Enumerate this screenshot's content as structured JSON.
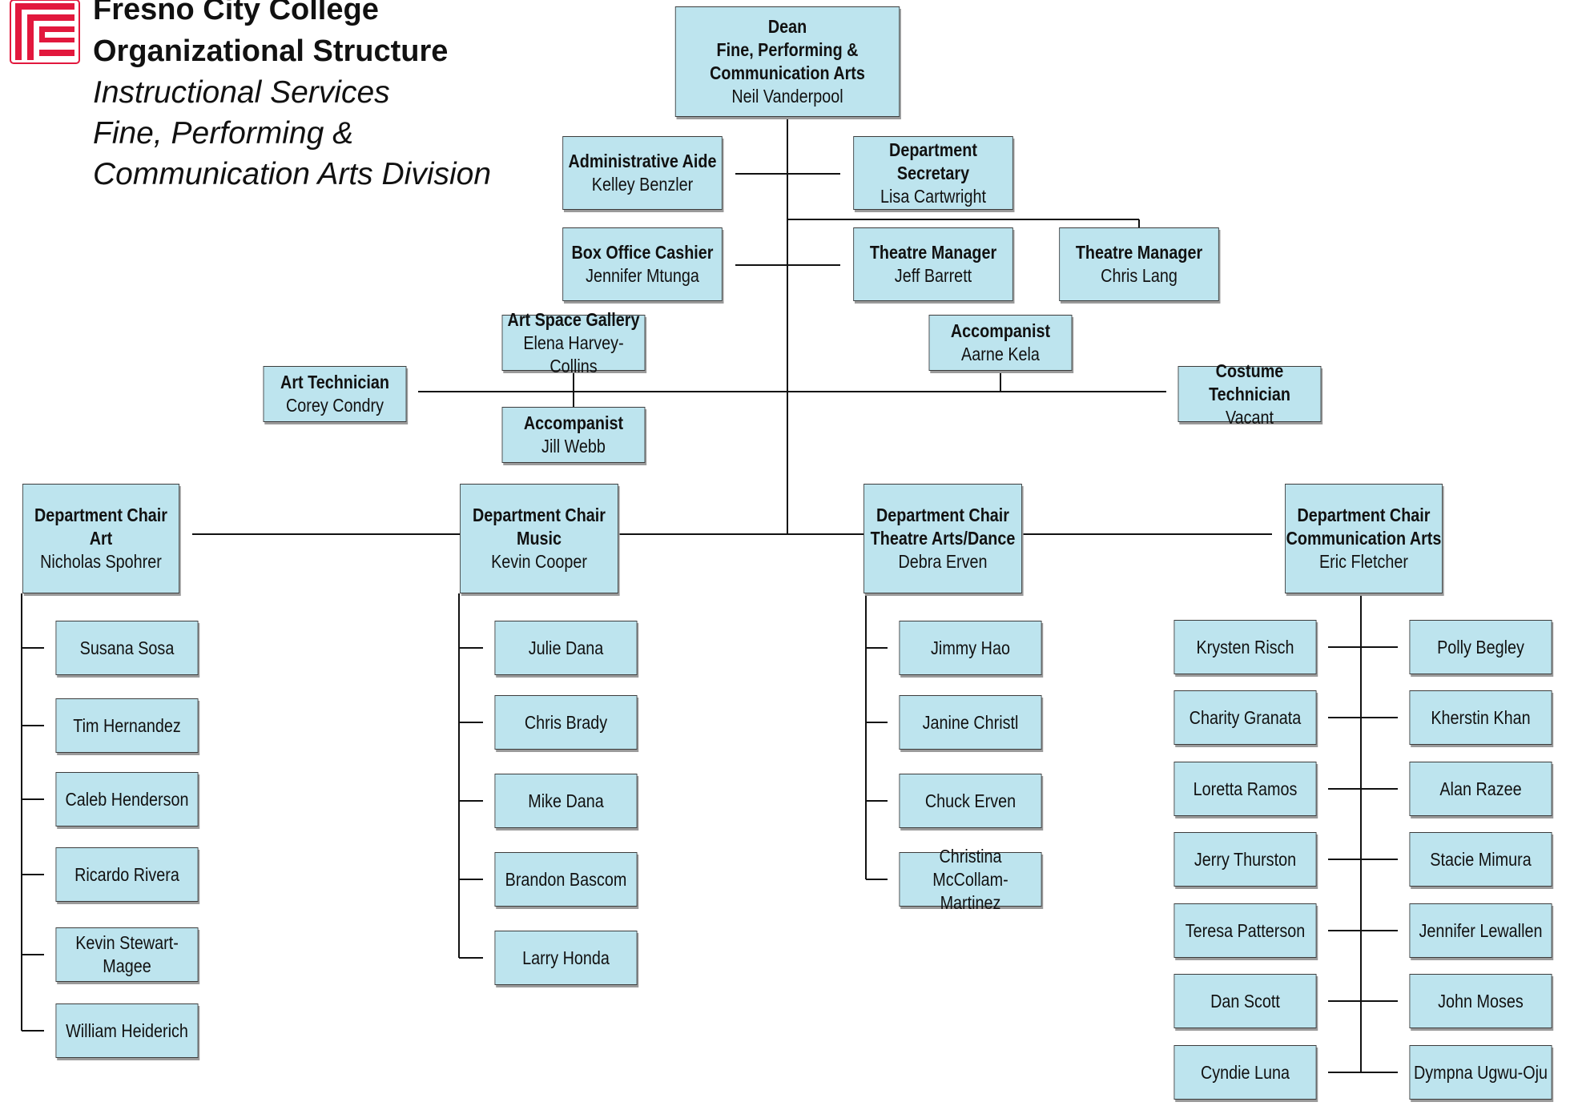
{
  "header": {
    "title": [
      "Fresno City College",
      "Organizational Structure"
    ],
    "subtitle": [
      "Instructional Services",
      "Fine, Performing &",
      "Communication Arts Division"
    ],
    "logo_icon": "fcc-logo-icon"
  },
  "colors": {
    "box_fill": "#bde4ee",
    "box_border": "#3c3c3c",
    "connector": "#111111",
    "logo_red": "#e2183d"
  },
  "dean": {
    "bold": [
      "Dean",
      "Fine, Performing &",
      "Communication Arts"
    ],
    "name": "Neil Vanderpool"
  },
  "staff": {
    "admin_aide": {
      "title": "Administrative Aide",
      "name": "Kelley Benzler"
    },
    "dept_secretary": {
      "title": "Department Secretary",
      "name": "Lisa Cartwright"
    },
    "box_office": {
      "title": "Box Office Cashier",
      "name": "Jennifer Mtunga"
    },
    "theatre_mgr_1": {
      "title": "Theatre Manager",
      "name": "Jeff Barrett"
    },
    "theatre_mgr_2": {
      "title": "Theatre Manager",
      "name": "Chris Lang"
    },
    "art_gallery": {
      "title": "Art Space Gallery",
      "name": "Elena Harvey-Collins"
    },
    "accompanist_kela": {
      "title": "Accompanist",
      "name": "Aarne Kela"
    },
    "art_tech": {
      "title": "Art Technician",
      "name": "Corey Condry"
    },
    "costume_tech": {
      "title": "Costume Technician",
      "name": "Vacant"
    },
    "accompanist_webb": {
      "title": "Accompanist",
      "name": "Jill Webb"
    }
  },
  "chairs": {
    "art": {
      "title": "Department Chair",
      "dept": "Art",
      "name": "Nicholas Spohrer"
    },
    "music": {
      "title": "Department Chair",
      "dept": "Music",
      "name": "Kevin Cooper"
    },
    "theatre": {
      "title": "Department Chair",
      "dept": "Theatre Arts/Dance",
      "name": "Debra Erven"
    },
    "comm": {
      "title": "Department Chair",
      "dept": "Communication Arts",
      "name": "Eric Fletcher"
    }
  },
  "faculty": {
    "art": [
      "Susana Sosa",
      "Tim Hernandez",
      "Caleb Henderson",
      "Ricardo Rivera",
      "Kevin Stewart-Magee",
      "William Heiderich"
    ],
    "music": [
      "Julie Dana",
      "Chris Brady",
      "Mike Dana",
      "Brandon Bascom",
      "Larry Honda"
    ],
    "theatre": [
      "Jimmy Hao",
      "Janine Christl",
      "Chuck Erven",
      "Christina McCollam-",
      "Martinez"
    ],
    "comm_left": [
      "Krysten Risch",
      "Charity Granata",
      "Loretta Ramos",
      "Jerry Thurston",
      "Teresa Patterson",
      "Dan Scott",
      "Cyndie Luna"
    ],
    "comm_right": [
      "Polly Begley",
      "Kherstin Khan",
      "Alan Razee",
      "Stacie Mimura",
      "Jennifer Lewallen",
      "John Moses",
      "Dympna Ugwu-Oju"
    ]
  }
}
